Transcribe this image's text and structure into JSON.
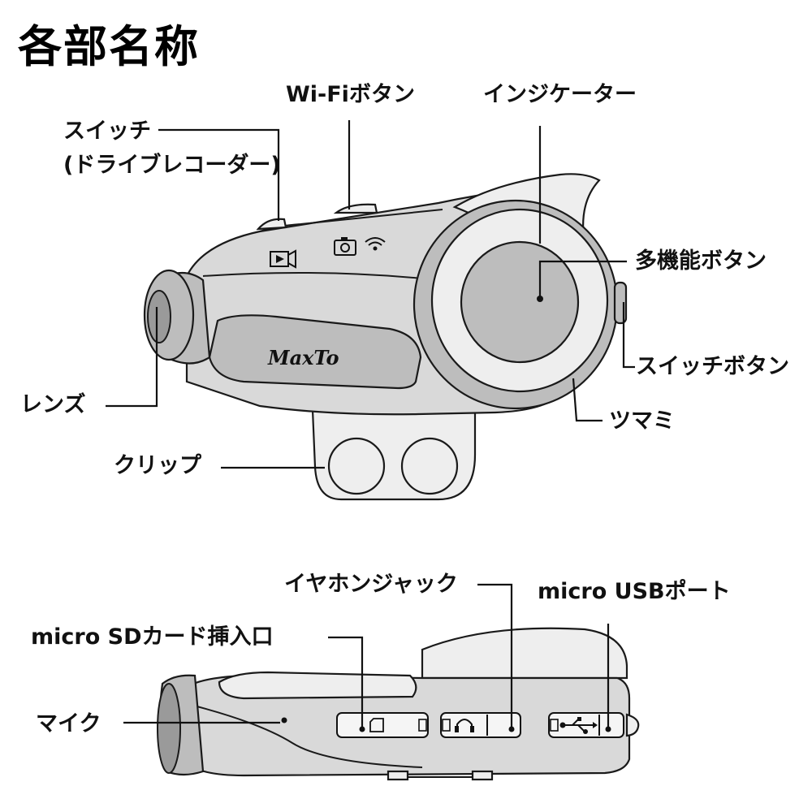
{
  "title": "各部名称",
  "labels": {
    "wifi_button": "Wi-Fiボタン",
    "indicator": "インジケーター",
    "switch_line1": "スイッチ",
    "switch_line2": "(ドライブレコーダー)",
    "multi_button": "多機能ボタン",
    "switch_button": "スイッチボタン",
    "knob": "ツマミ",
    "lens": "レンズ",
    "clip": "クリップ",
    "earphone_jack": "イヤホンジャック",
    "micro_usb": "micro USBポート",
    "micro_sd": "micro SDカード挿入口",
    "mic": "マイク"
  },
  "brand_logo": "MaxTo",
  "icons": [
    "video-camera-icon",
    "camera-icon",
    "wifi-icon",
    "sd-card-icon",
    "headphone-icon",
    "usb-icon"
  ]
}
